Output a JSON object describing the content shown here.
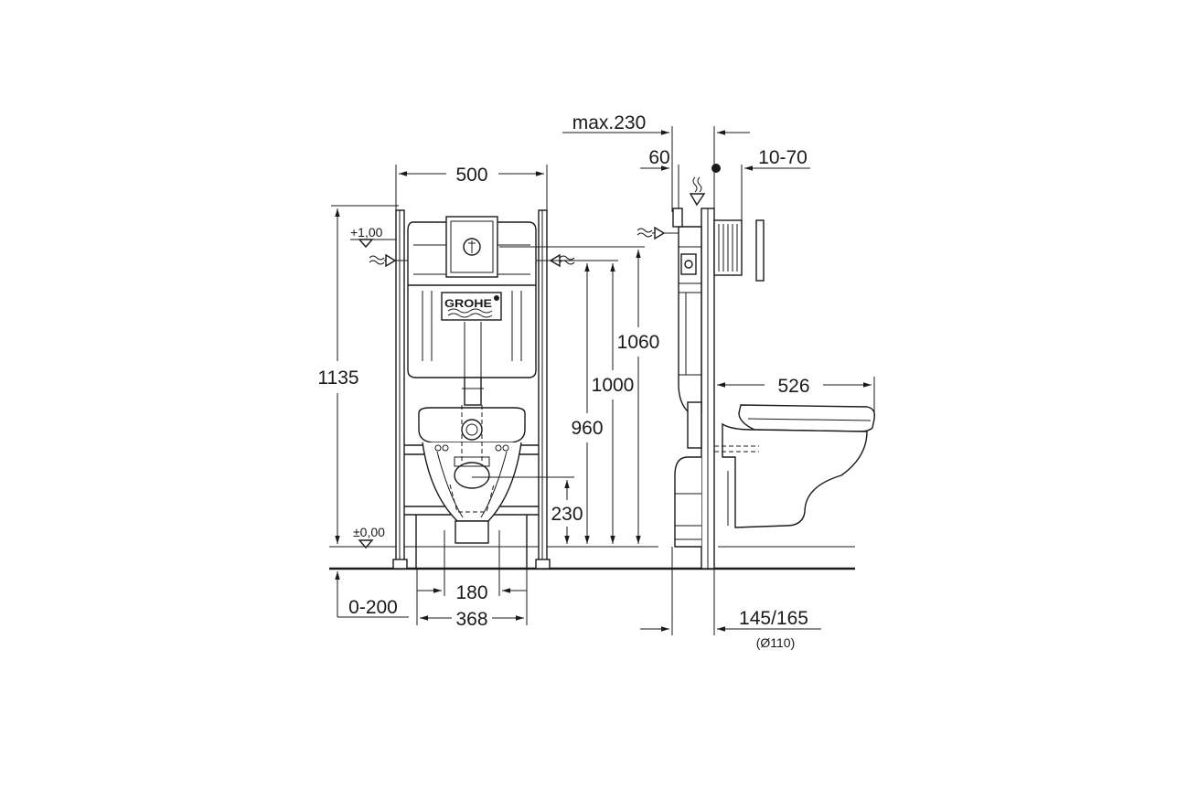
{
  "colors": {
    "line": "#1a1a1a",
    "background": "#ffffff"
  },
  "brand": {
    "logo_text": "GROHE"
  },
  "front_view": {
    "width_total": "500",
    "height_total": "1135",
    "level_top": "+1,00",
    "level_floor": "±0,00",
    "height_1060": "1060",
    "height_1000": "1000",
    "height_960": "960",
    "height_230": "230",
    "width_180": "180",
    "width_368": "368",
    "floor_offset": "0-200"
  },
  "side_view": {
    "max_depth": "max.230",
    "depth_60": "60",
    "wall_10_70": "10-70",
    "projection": "526",
    "pipe_offset": "145/165",
    "pipe_diameter": "(Ø110)"
  }
}
